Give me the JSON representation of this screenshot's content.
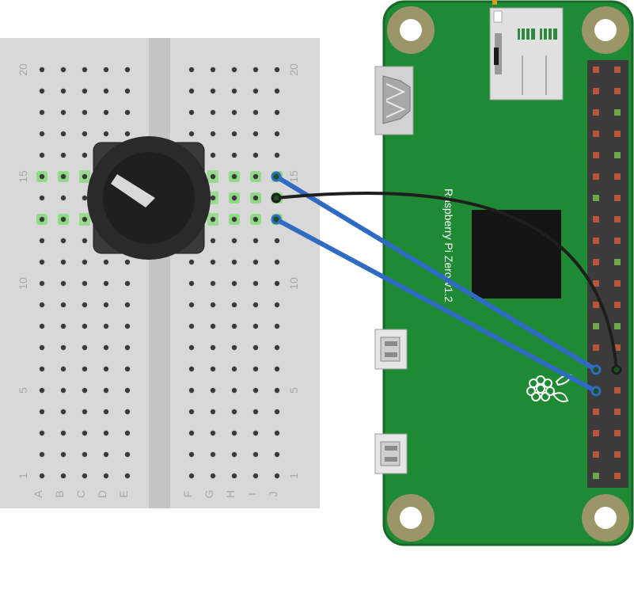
{
  "breadboard": {
    "rows": [
      "20",
      "15",
      "10",
      "5",
      "1"
    ],
    "columns_left": [
      "A",
      "B",
      "C",
      "D",
      "E"
    ],
    "columns_right": [
      "F",
      "G",
      "H",
      "I",
      "J"
    ],
    "colors": {
      "body": "#d8d8d8",
      "trench": "#c4c4c4",
      "hole": "#3a3a3a",
      "label": "#a8a8a8",
      "highlight": "#7ddb6f"
    }
  },
  "board": {
    "name": "Raspberry Pi Zero v1.2",
    "label_text": "Raspberry Pi Zero v1.2",
    "colors": {
      "pcb": "#1f8a34",
      "pcb_edge": "#17692a",
      "mount": "#9c9566",
      "header": "#3b3b3b",
      "pin": "#b8553a",
      "pin_alt": "#6fa84b"
    }
  },
  "potentiometer": {
    "name": "rotary-potentiometer",
    "colors": {
      "base": "#3a3a3a",
      "knob": "#1f1f1f",
      "pointer": "#d9d9d9"
    }
  },
  "wires": [
    {
      "name": "wire-blue-top",
      "color": "#2f6bc2"
    },
    {
      "name": "wire-black",
      "color": "#1e1e1e"
    },
    {
      "name": "wire-blue-bottom",
      "color": "#2f6bc2"
    }
  ]
}
